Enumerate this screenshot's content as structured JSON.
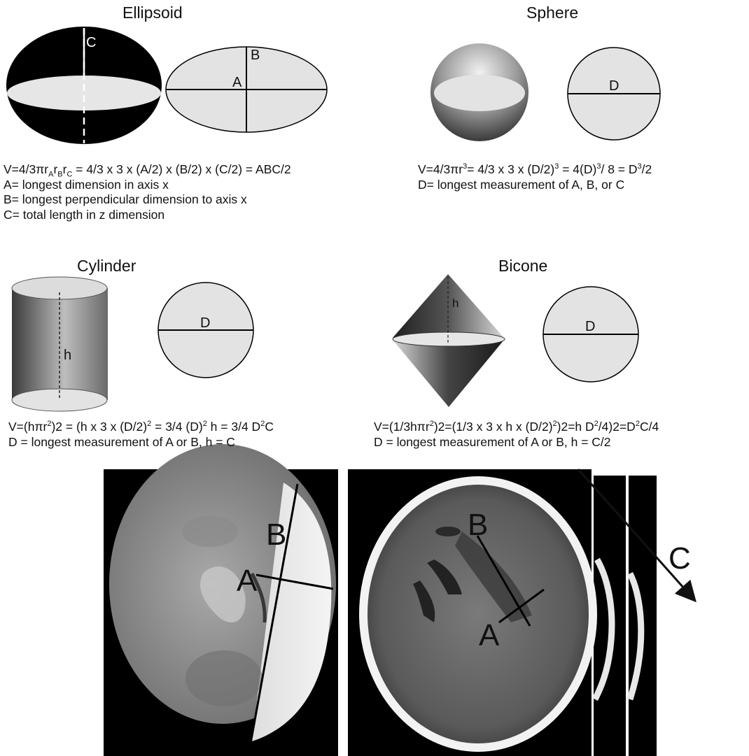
{
  "ellipsoid": {
    "title": "Ellipsoid",
    "label_c": "C",
    "label_b": "B",
    "label_a": "A",
    "formula_pre": "V=4/3πr",
    "sub_a": "A",
    "sub_b": "B",
    "sub_c": "C",
    "formula_r": "r",
    "formula_post": " = 4/3 x 3 x (A/2) x (B/2) x (C/2) = ABC/2",
    "def_a": "A= longest dimension in axis x",
    "def_b": "B= longest perpendicular dimension to axis x",
    "def_c": "C= total length in z dimension"
  },
  "sphere": {
    "title": "Sphere",
    "label_d": "D",
    "formula_1": "V=4/3πr",
    "sup_1": "3",
    "formula_2": "= 4/3 x 3 x (D/2)",
    "sup_2": "3",
    "formula_3": " = 4(D)",
    "sup_3": "3",
    "formula_4": "/ 8 = D",
    "sup_4": "3",
    "formula_5": "/2",
    "def_d": "D= longest measurement of A, B, or C"
  },
  "cylinder": {
    "title": "Cylinder",
    "label_h": "h",
    "label_d": "D",
    "formula_1": "V=(hπr",
    "sup_1": "2",
    "formula_2": ")2 = (h x 3 x (D/2)",
    "sup_2": "2",
    "formula_3": " = 3/4 (D)",
    "sup_3": "2",
    "formula_4": " h = 3/4 D",
    "sup_4": "2",
    "formula_5": "C",
    "def_d": "D = longest measurement of A or B, h = C"
  },
  "bicone": {
    "title": "Bicone",
    "label_h": "h",
    "label_d": "D",
    "formula_1": "V=(1/3hπr",
    "sup_1": "2",
    "formula_2": ")2=(1/3 x 3 x h x (D/2)",
    "sup_2": "2",
    "formula_3": ")2=h D",
    "sup_3": "2",
    "formula_4": "/4)2=D",
    "sup_4": "2",
    "formula_5": "C/4",
    "def_d": "D = longest measurement of A or B, h = C/2"
  },
  "scans": {
    "left_b": "B",
    "left_a": "A",
    "right_b": "B",
    "right_a": "A",
    "arrow_c": "C"
  }
}
